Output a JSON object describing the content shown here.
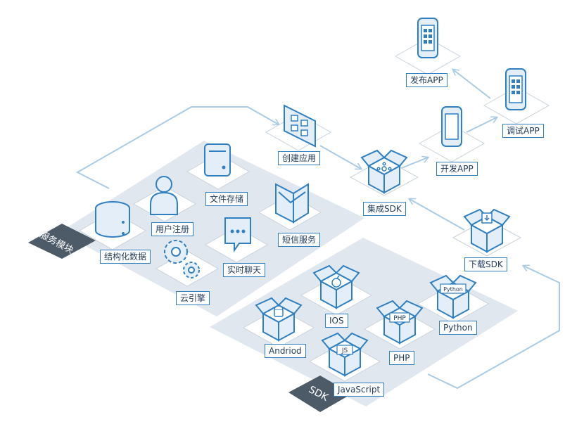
{
  "groups": {
    "services": "服务模块",
    "sdk": "SDK"
  },
  "services": {
    "storage": "结构化数据",
    "register": "用户注册",
    "files": "文件存储",
    "sms": "短信服务",
    "chat": "实时聊天",
    "engine": "云引擎"
  },
  "sdks": {
    "android": "Andriod",
    "android_box": "",
    "ios": "IOS",
    "js": "JavaScript",
    "js_box": "JS",
    "php": "PHP",
    "php_box": "PHP",
    "python": "Python",
    "python_box": "Python"
  },
  "flow": {
    "create_app": "创建应用",
    "integrate_sdk": "集成SDK",
    "develop_app": "开发APP",
    "debug_app": "调试APP",
    "publish_app": "发布APP",
    "download_sdk": "下载SDK"
  },
  "colors": {
    "accent": "#2f7fc1",
    "icon_fill": "#e3eef8",
    "panel": "#e1e7ef",
    "arrow": "#a9cbe6",
    "dark_tag": "#4d5a68"
  }
}
